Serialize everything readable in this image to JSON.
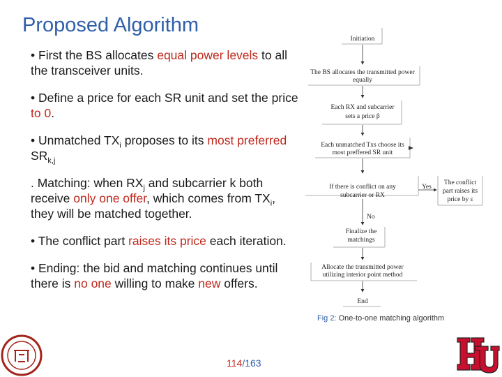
{
  "title": "Proposed Algorithm",
  "bullets": {
    "b1": {
      "pre": "First the BS allocates ",
      "red": "equal power levels",
      "post": " to all the transceiver units."
    },
    "b2": {
      "pre": "Define a price for each SR unit and set the price ",
      "red": "to 0",
      "post": "."
    },
    "b3": {
      "pre": "Unmatched TX",
      "sub": "i",
      "mid": " proposes to its ",
      "red": "most preferred",
      "post": " SR",
      "sub2": "k,j"
    },
    "b4": {
      "pre": "Matching: when RX",
      "sub": "j",
      "mid": " and subcarrier k both receive ",
      "red": "only one offer",
      "mid2": ", which comes from TX",
      "sub2": "i",
      "post": ", they will be matched together."
    },
    "b5": {
      "pre": "The conflict part ",
      "red": "raises its price",
      "post": " each iteration."
    },
    "b6": {
      "pre": "Ending: the bid and matching continues until there is ",
      "red1": "no one",
      "mid": " willing to make ",
      "red2": "new",
      "post": " offers."
    }
  },
  "flowchart": {
    "initiation": "Initiation",
    "step1": [
      "The BS allocates the transmitted power",
      "equally"
    ],
    "step2": [
      "Each RX and subcarrier",
      "sets a price  β"
    ],
    "step3": [
      "Each unmatched Txs choose its",
      "most preffered SR unit"
    ],
    "decision": [
      "If there is conflict on any",
      "subcarrier or RX"
    ],
    "yes": "Yes",
    "no": "No",
    "conflict": [
      "The conflict",
      "part raises its",
      "price by  ε"
    ],
    "finalize": [
      "Finalize the",
      "matchings"
    ],
    "allocate": [
      "Allocate the transmitted power",
      "utilizing interior point method"
    ],
    "end": "End"
  },
  "caption": {
    "fig": "Fig 2:",
    "text": " One-to-one matching algorithm"
  },
  "page": {
    "current": "114",
    "sep": "/",
    "total": "163"
  },
  "colors": {
    "title": "#2f5fa8",
    "accent": "#c0281c"
  }
}
